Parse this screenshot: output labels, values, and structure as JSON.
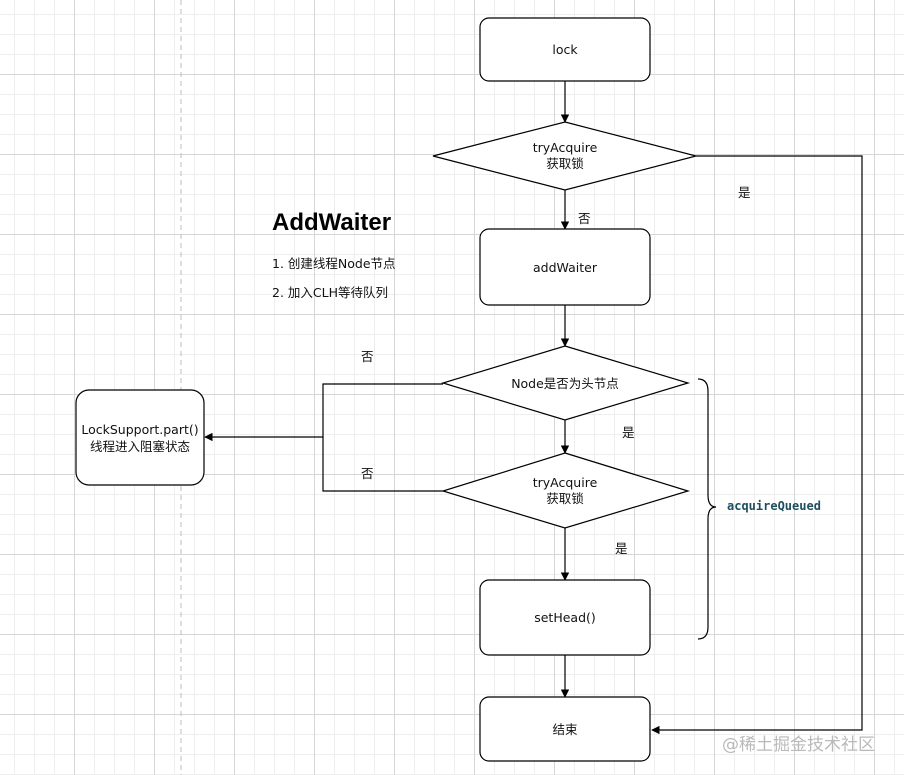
{
  "nodes": {
    "lock": "lock",
    "try_acquire_1": [
      "tryAcquire",
      "获取锁"
    ],
    "add_waiter": "addWaiter",
    "is_head": "Node是否为头节点",
    "try_acquire_2": [
      "tryAcquire",
      "获取锁"
    ],
    "set_head": "setHead()",
    "park": [
      "LockSupport.part()",
      "线程进入阻塞状态"
    ],
    "end": "结束"
  },
  "edge_labels": {
    "try1_yes": "是",
    "try1_no": "否",
    "head_no": "否",
    "head_yes": "是",
    "try2_no": "否",
    "try2_yes": "是"
  },
  "annotation": {
    "title": "AddWaiter",
    "items": [
      "1. 创建线程Node节点",
      "2. 加入CLH等待队列"
    ]
  },
  "brace_label": "acquireQueued",
  "watermark": "@稀土掘金技术社区",
  "colors": {
    "stroke": "#000000",
    "grid_major": "#d6d6d6",
    "grid_minor": "#eeeeee",
    "brace_label": "#1d4f5e",
    "watermark": "#b9b9b9"
  }
}
